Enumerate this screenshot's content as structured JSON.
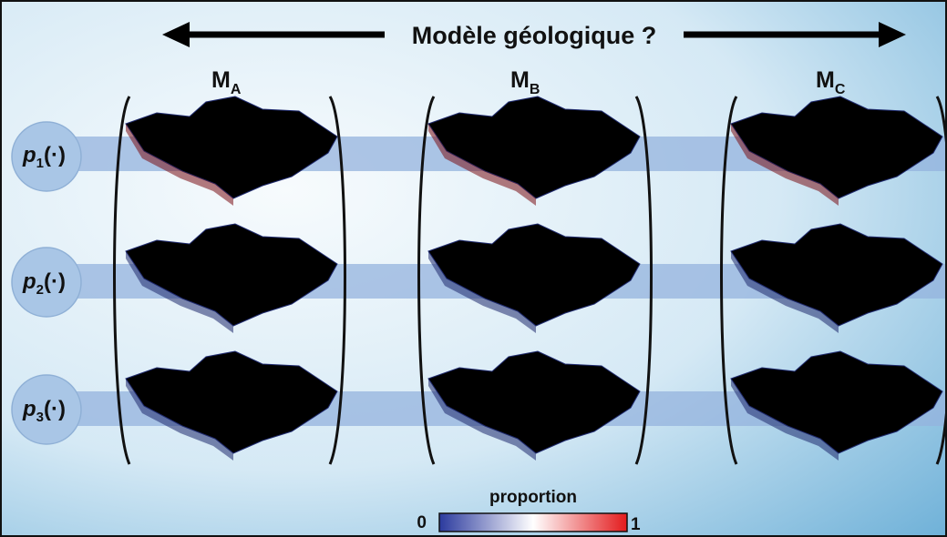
{
  "title": "Modèle géologique ?",
  "models": [
    {
      "main": "M",
      "sub": "A"
    },
    {
      "main": "M",
      "sub": "B"
    },
    {
      "main": "M",
      "sub": "C"
    }
  ],
  "parameters": [
    {
      "main": "p",
      "sub": "1",
      "suffix": "(·)"
    },
    {
      "main": "p",
      "sub": "2",
      "suffix": "(·)"
    },
    {
      "main": "p",
      "sub": "3",
      "suffix": "(·)"
    }
  ],
  "colorbar": {
    "title": "proportion",
    "min_label": "0",
    "max_label": "1",
    "colors": [
      "#2b3a9e",
      "#ffffff",
      "#e31a1c"
    ]
  },
  "colors": {
    "background_light": "#eef6fb",
    "background_dark": "#6fb1d8",
    "band": "#94b3dd",
    "circle": "#a9c6e6",
    "low": "#2b3a9e",
    "high": "#e31a1c"
  }
}
